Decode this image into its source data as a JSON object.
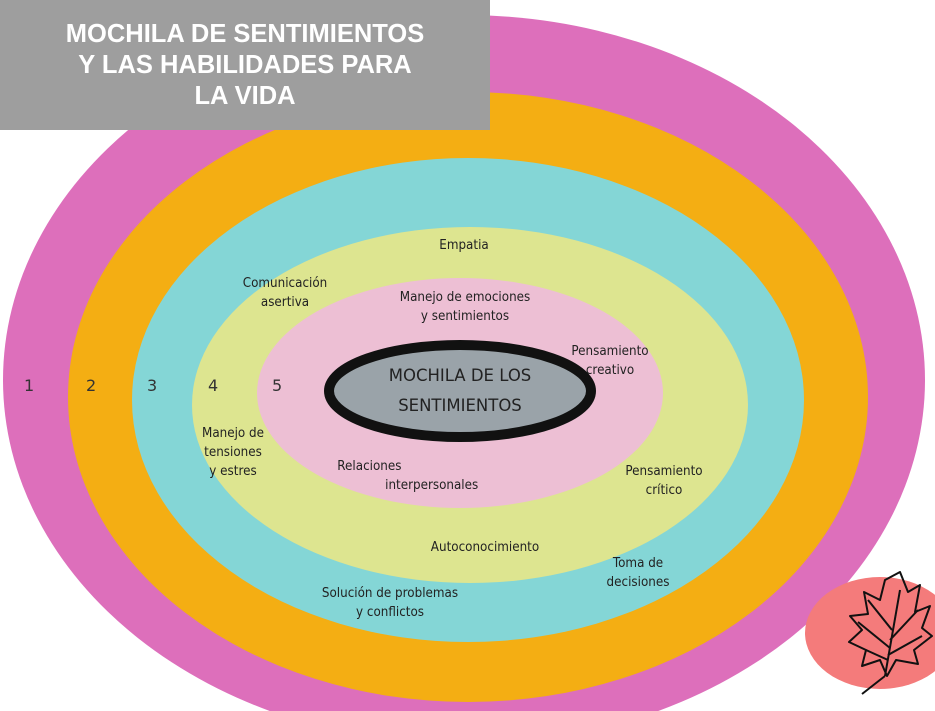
{
  "title": {
    "line1": "MOCHILA DE SENTIMIENTOS",
    "line2": "Y LAS HABILIDADES  PARA",
    "line3": "LA VIDA"
  },
  "colors": {
    "ring1": "#dd6fbb",
    "ring2": "#f4ae13",
    "ring3": "#84d6d6",
    "ring4": "#dde590",
    "ring5": "#edbfd4",
    "center": "#9aa3a9",
    "title_bg": "#9e9e9e",
    "leaf_bg": "#f47b7b"
  },
  "rings": {
    "n1": "1",
    "n2": "2",
    "n3": "3",
    "n4": "4",
    "n5": "5"
  },
  "center": {
    "line1": "MOCHILA DE LOS",
    "line2": "SENTIMIENTOS"
  },
  "skills": {
    "empatia": "Empatia",
    "comunicacion_1": "Comunicación",
    "comunicacion_2": "asertiva",
    "manejo_emociones_1": "Manejo de emociones",
    "manejo_emociones_2": "y sentimientos",
    "pensamiento_creativo_1": "Pensamiento",
    "pensamiento_creativo_2": "creativo",
    "manejo_tensiones_1": "Manejo de",
    "manejo_tensiones_2": "tensiones",
    "manejo_tensiones_3": "y estres",
    "relaciones_1": "Relaciones",
    "relaciones_2": "interpersonales",
    "pensamiento_critico_1": "Pensamiento",
    "pensamiento_critico_2": "crítico",
    "autoconocimiento": "Autoconocimiento",
    "toma_1": "Toma de",
    "toma_2": "decisiones",
    "solucion_1": "Solución de problemas",
    "solucion_2": "y conflictos"
  },
  "leaf_icon": "maple-leaf-icon"
}
